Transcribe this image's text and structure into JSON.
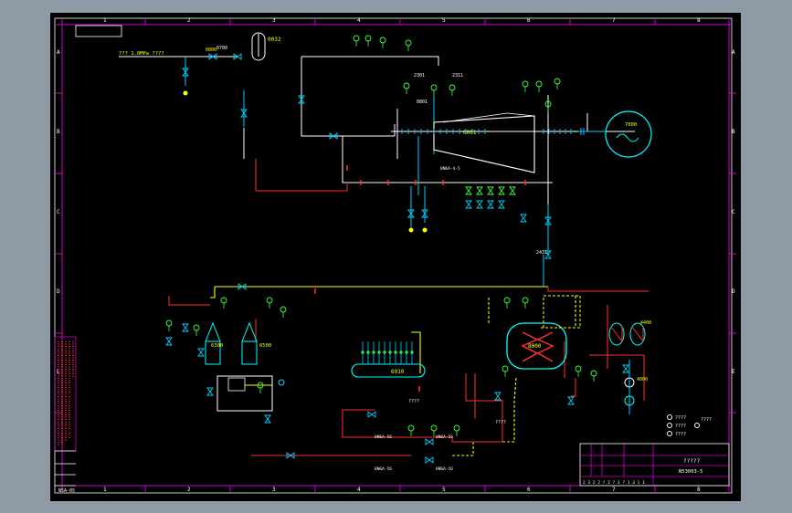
{
  "drawing": {
    "colors": {
      "frame": "#d000d0",
      "steam": "#ffffff",
      "water": "#ffff00",
      "valve": "#00d0ff",
      "return": "#ff3030",
      "equipment": "#00ffff",
      "instrument": "#40ff40",
      "background": "#000000"
    },
    "border": {
      "columns": [
        "1",
        "2",
        "3",
        "4",
        "5",
        "6",
        "7",
        "8"
      ],
      "rows": [
        "A",
        "B",
        "C",
        "D",
        "E"
      ]
    },
    "tags": {
      "tank": "0032",
      "inlet_spec": "??? 1.0MPa ????",
      "valve_0800": "0800",
      "press_0700": "0700",
      "v2301": "2301",
      "v2311": "2311",
      "v0801": "0801",
      "turbine_body": "0001",
      "generator": "7000",
      "extraction_line": "0N6A-4-5",
      "desuperheater": "2431",
      "condenser": "8000",
      "pump_a": "6300",
      "pump_b": "6500",
      "header": "6910",
      "pump_c": "4400",
      "pump_d": "4800",
      "valve_e1": "0N6A-56",
      "valve_e2": "0N6A-56",
      "valve_e3": "0N6A-56",
      "valve_e4": "0N6A-56",
      "qq_1": "????",
      "qq_2": "????"
    },
    "legend": [
      "????",
      "????",
      "????",
      "????"
    ],
    "title_block": {
      "title": "?????",
      "drawing_no": "N53003-5",
      "footer": "2 3 2 2 ? 2 ? 3 ? 1 3 1 1"
    },
    "left_block_label": "N5A-05"
  }
}
